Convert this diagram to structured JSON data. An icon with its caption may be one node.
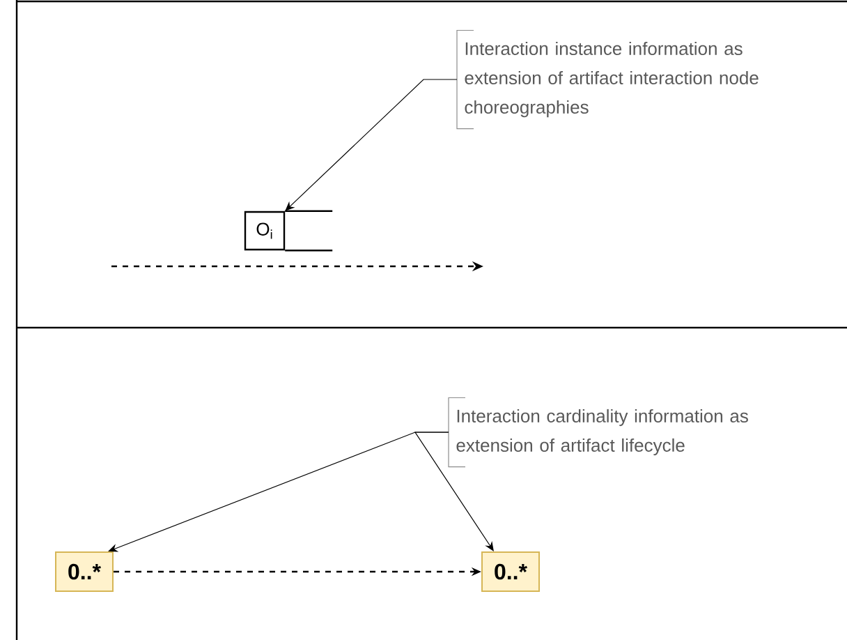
{
  "diagram": {
    "nodes": [
      {
        "text": [
          "Interaction instance information as extension of artifact interaction node choreographies"
        ]
      },
      {
        "text": [
          "O$_{i}$"
        ]
      },
      {
        "text": [
          "Interaction cardinality information as extension of artifact lifecycle"
        ]
      },
      {
        "text": [
          "0..*"
        ]
      },
      {
        "text": [
          "0..*"
        ]
      }
    ],
    "edges": [
      {
        "from": 0,
        "to": 1,
        "arrow": "to"
      },
      {
        "from": 2,
        "to": 3,
        "arrow": "to"
      },
      {
        "from": 2,
        "to": 4,
        "arrow": "to"
      },
      {
        "from": 3,
        "to": 4,
        "arrow": "to",
        "style": "dashed"
      }
    ]
  }
}
